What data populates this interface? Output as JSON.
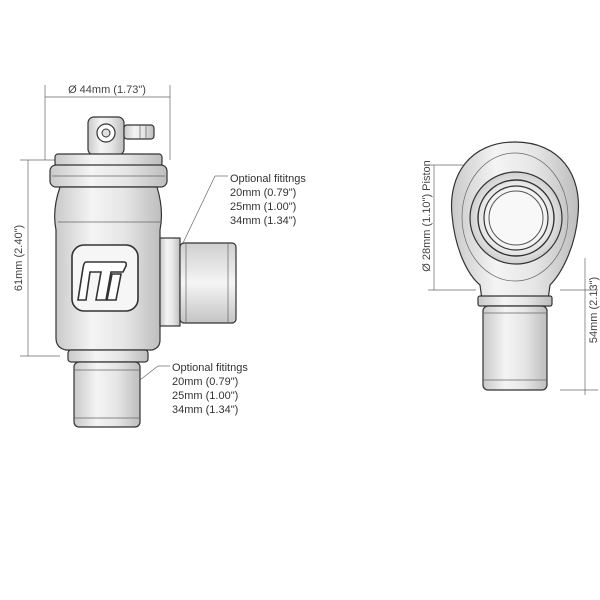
{
  "dimensions": {
    "width_top": "Ø 44mm (1.73\")",
    "height_left": "61mm (2.40\")",
    "piston": "Ø 28mm (1.10\") Piston",
    "height_right": "54mm (2.13\")"
  },
  "callouts": {
    "side": {
      "title": "Optional fititngs",
      "lines": [
        "20mm (0.79\")",
        "25mm (1.00\")",
        "34mm (1.34\")"
      ]
    },
    "bottom": {
      "title": "Optional fititngs",
      "lines": [
        "20mm (0.79\")",
        "25mm (1.00\")",
        "34mm (1.34\")"
      ]
    }
  },
  "logo": {
    "icon": "turbosmart-logo-icon"
  }
}
